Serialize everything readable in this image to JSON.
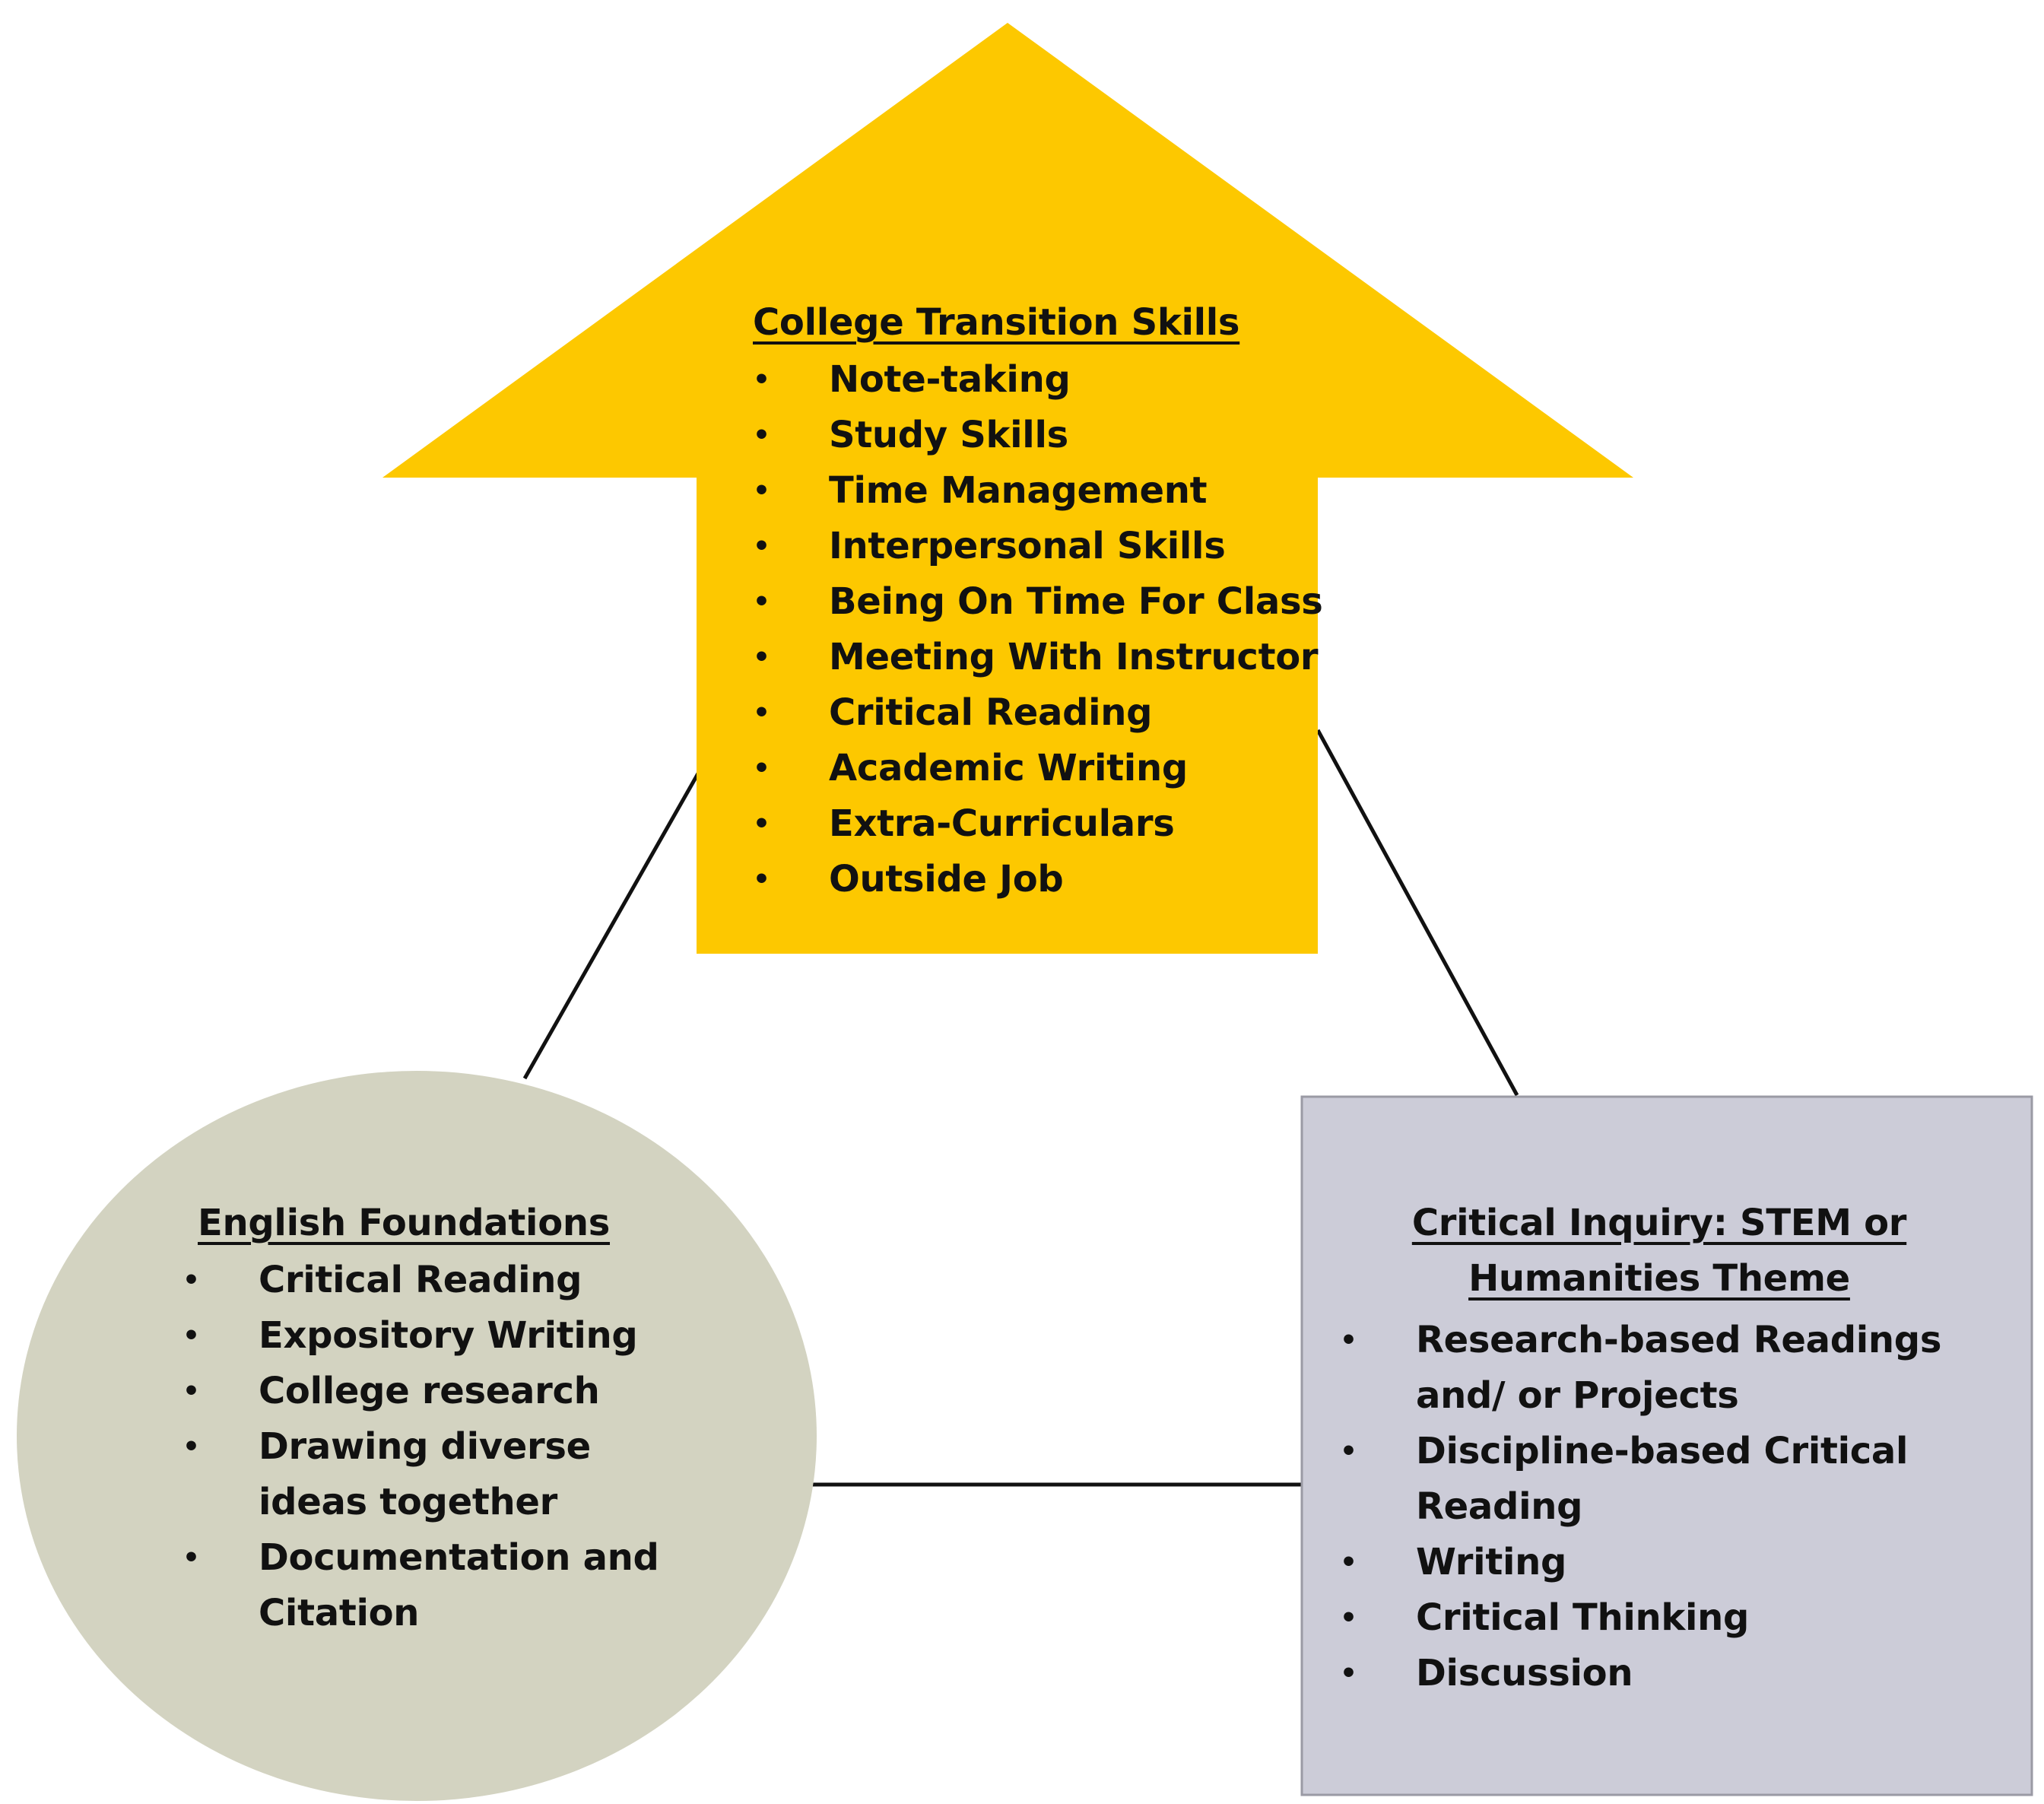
{
  "college_transition": {
    "heading": "College Transition Skills",
    "items": [
      "Note-taking",
      "Study Skills",
      "Time Management",
      "Interpersonal Skills",
      "Being On Time For Class",
      "Meeting With Instructor",
      "Critical Reading",
      "Academic Writing",
      "Extra-Curriculars",
      "Outside Job"
    ]
  },
  "english_foundations": {
    "heading": "English Foundations",
    "items": [
      "Critical Reading",
      "Expository Writing",
      "College research",
      "Drawing diverse ideas together",
      "Documentation and Citation"
    ]
  },
  "critical_inquiry": {
    "heading_line1": "Critical Inquiry: STEM or",
    "heading_line2": "Humanities Theme",
    "items": [
      "Research-based Readings and/ or Projects",
      "Discipline-based Critical Reading",
      "Writing",
      "Critical Thinking",
      "Discussion"
    ]
  },
  "colors": {
    "arrow_fill": "#FDC800",
    "circle_fill": "#D3D3C1",
    "box_fill": "#CCCCD8",
    "box_border": "#9A9AA4",
    "line": "#111111"
  }
}
